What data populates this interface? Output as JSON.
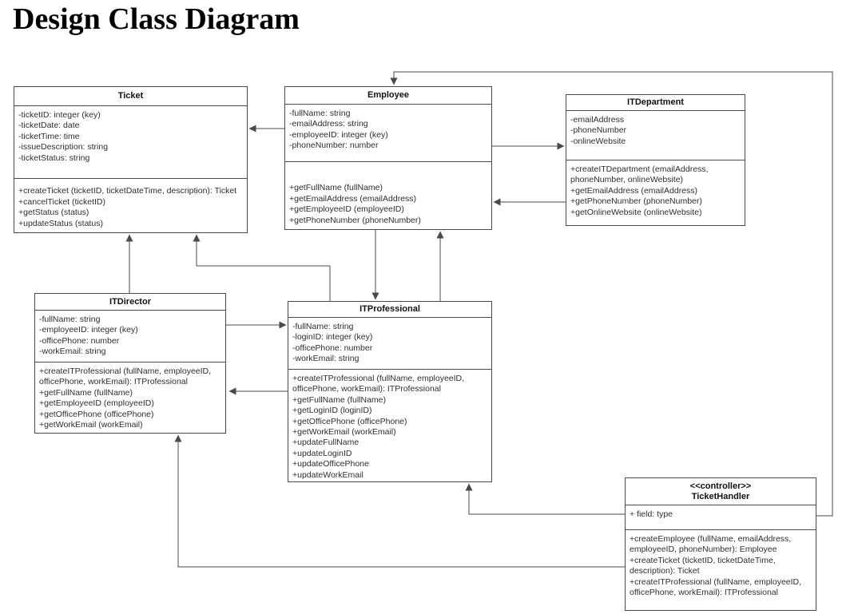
{
  "page": {
    "title": "Design Class Diagram"
  },
  "colors": {
    "line": "#4a4a4a",
    "text": "#2e2e2e",
    "background": "#ffffff"
  },
  "classes": [
    {
      "id": "ticket",
      "name": "Ticket",
      "attributes": [
        "-ticketID: integer (key)",
        "-ticketDate: date",
        "-ticketTime: time",
        "-issueDescription: string",
        "-ticketStatus: string"
      ],
      "methods": [
        "+createTicket (ticketID, ticketDateTime, description): Ticket",
        "+cancelTicket (ticketID)",
        "+getStatus (status)",
        "+updateStatus (status)"
      ]
    },
    {
      "id": "employee",
      "name": "Employee",
      "attributes": [
        "-fullName: string",
        "-emailAddress: string",
        "-employeeID: integer (key)",
        "-phoneNumber: number"
      ],
      "methods": [
        "+getFullName (fullName)",
        "+getEmailAddress (emailAddress)",
        "+getEmployeeID (employeeID)",
        "+getPhoneNumber (phoneNumber)"
      ]
    },
    {
      "id": "itdepartment",
      "name": "ITDepartment",
      "attributes": [
        "-emailAddress",
        "-phoneNumber",
        "-onlineWebsite"
      ],
      "methods": [
        "+createITDepartment (emailAddress, phoneNumber, onlineWebsite)",
        "+getEmailAddress (emailAddress)",
        "+getPhoneNumber (phoneNumber)",
        "+getOnlineWebsite (onlineWebsite)"
      ]
    },
    {
      "id": "itdirector",
      "name": "ITDirector",
      "attributes": [
        "-fullName: string",
        "-employeeID: integer (key)",
        "-officePhone: number",
        "-workEmail: string"
      ],
      "methods": [
        "+createITProfessional (fullName, employeeID, officePhone, workEmail): ITProfessional",
        "+getFullName (fullName)",
        "+getEmployeeID (employeeID)",
        "+getOfficePhone (officePhone)",
        "+getWorkEmail (workEmail)"
      ]
    },
    {
      "id": "itprofessional",
      "name": "ITProfessional",
      "attributes": [
        "-fullName: string",
        "-loginID: integer (key)",
        "-officePhone: number",
        "-workEmail: string"
      ],
      "methods": [
        "+createITProfessional (fullName, employeeID, officePhone, workEmail): ITProfessional",
        "+getFullName (fullName)",
        "+getLoginID (loginID)",
        "+getOfficePhone (officePhone)",
        "+getWorkEmail (workEmail)",
        "+updateFullName",
        "+updateLoginID",
        "+updateOfficePhone",
        "+updateWorkEmail"
      ]
    },
    {
      "id": "tickethandler",
      "stereotype": "<<controller>>",
      "name": "TicketHandler",
      "attributes": [
        "+ field: type"
      ],
      "methods": [
        "+createEmployee (fullName, emailAddress, employeeID, phoneNumber): Employee",
        "+createTicket (ticketID, ticketDateTime, description): Ticket",
        "+createITProfessional (fullName, employeeID, officePhone, workEmail): ITProfessional"
      ]
    }
  ],
  "relationships": [
    {
      "from": "Employee",
      "to": "Ticket"
    },
    {
      "from": "Employee",
      "to": "ITDepartment"
    },
    {
      "from": "ITDepartment",
      "to": "Employee"
    },
    {
      "from": "ITDirector",
      "to": "Ticket"
    },
    {
      "from": "ITProfessional",
      "to": "Ticket"
    },
    {
      "from": "Employee",
      "to": "ITProfessional"
    },
    {
      "from": "ITProfessional",
      "to": "Employee"
    },
    {
      "from": "ITDirector",
      "to": "ITProfessional"
    },
    {
      "from": "ITProfessional",
      "to": "ITDirector"
    },
    {
      "from": "TicketHandler",
      "to": "Employee"
    },
    {
      "from": "TicketHandler",
      "to": "ITProfessional"
    },
    {
      "from": "TicketHandler",
      "to": "ITDirector"
    }
  ]
}
